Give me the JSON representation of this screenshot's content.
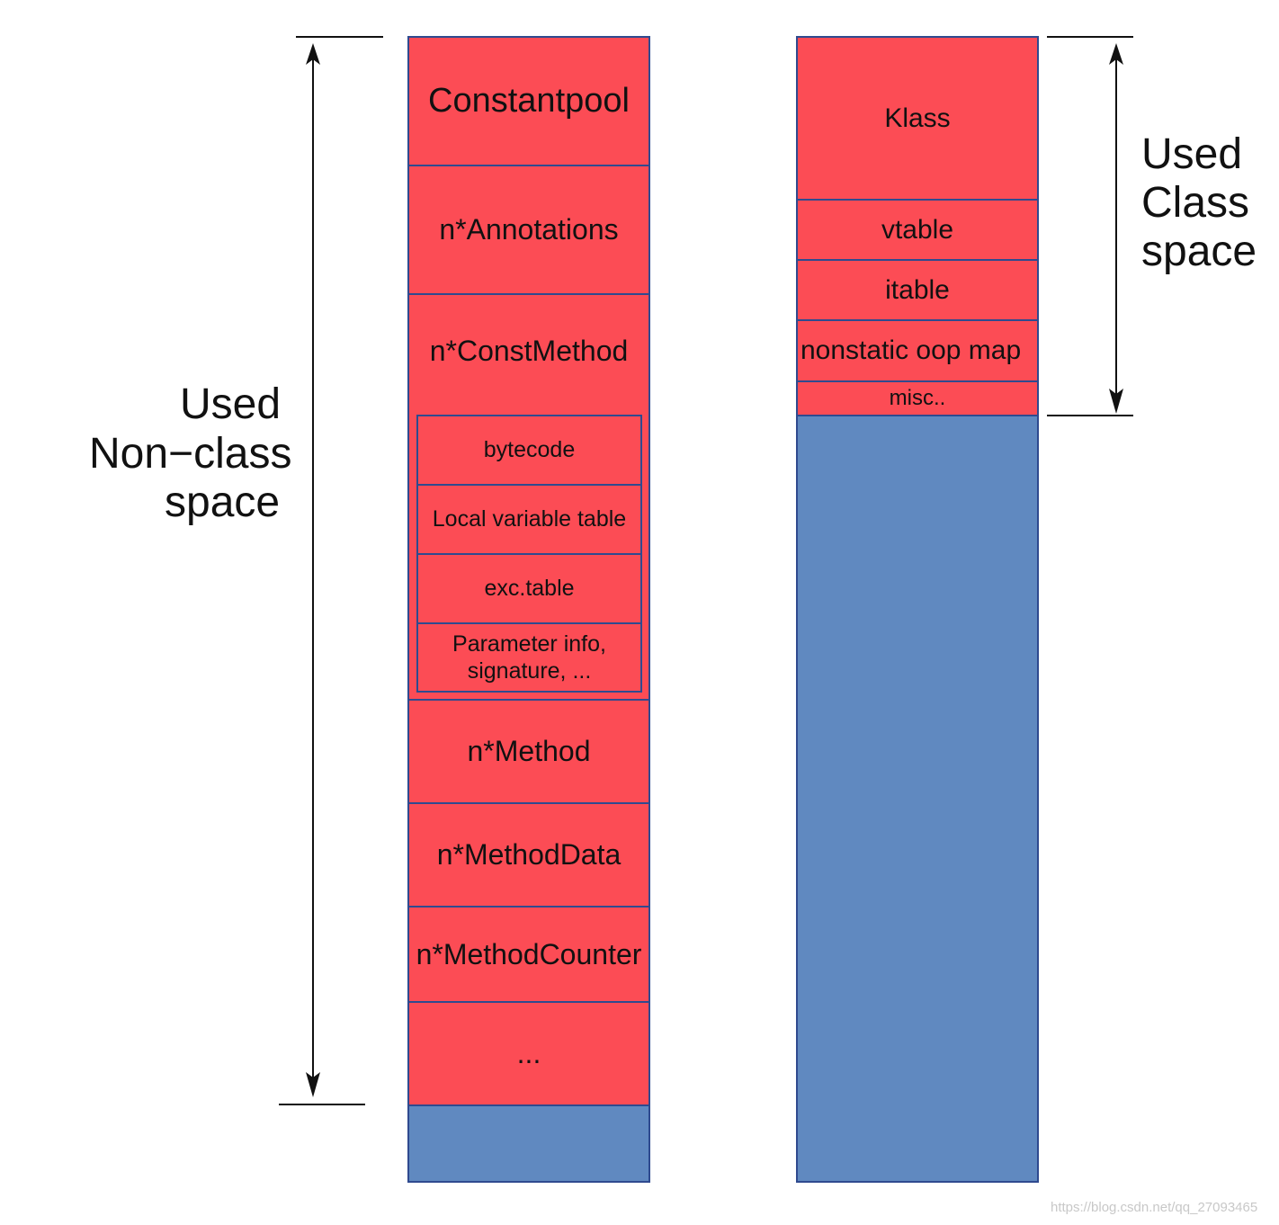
{
  "left_column": {
    "blocks": [
      {
        "label": "Constantpool"
      },
      {
        "label": "n*Annotations"
      },
      {
        "label": "n*ConstMethod"
      },
      {
        "label": "n*Method"
      },
      {
        "label": "n*MethodData"
      },
      {
        "label": "n*MethodCounter"
      },
      {
        "label": "..."
      }
    ],
    "const_method_parts": [
      {
        "label": "bytecode"
      },
      {
        "label": "Local variable table"
      },
      {
        "label": "exc.table"
      },
      {
        "label": "Parameter info,\nsignature, ..."
      }
    ]
  },
  "right_column": {
    "blocks": [
      {
        "label": "Klass"
      },
      {
        "label": "vtable"
      },
      {
        "label": "itable"
      },
      {
        "label": "nonstatic oop map"
      },
      {
        "label": "misc.."
      }
    ]
  },
  "labels": {
    "non_class_space": [
      "Used",
      "Non−class",
      "space"
    ],
    "class_space": [
      "Used",
      "Class",
      "space"
    ]
  },
  "colors": {
    "used": "#fc4c55",
    "unused": "#6089c0",
    "border": "#2f4a8f"
  },
  "watermark": "https://blog.csdn.net/qq_27093465"
}
